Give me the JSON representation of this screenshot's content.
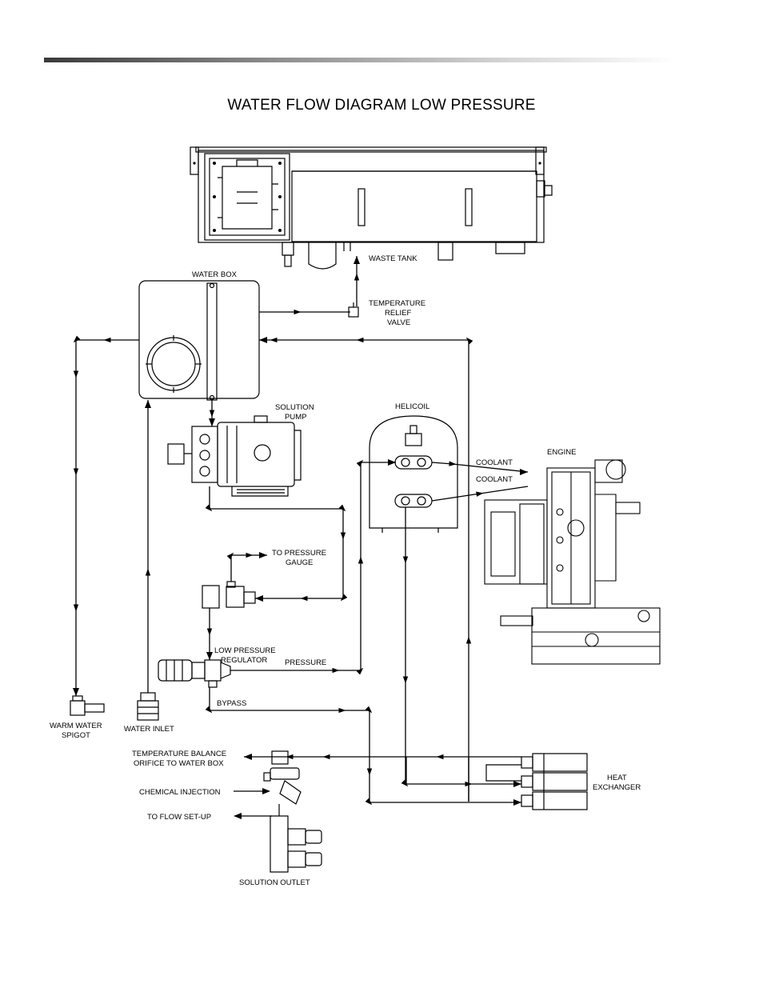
{
  "page": {
    "title": "WATER FLOW DIAGRAM LOW PRESSURE"
  },
  "labels": {
    "waste_tank": "WASTE TANK",
    "water_box": "WATER BOX",
    "temp_relief_1": "TEMPERATURE",
    "temp_relief_2": "RELIEF",
    "temp_relief_3": "VALVE",
    "solution_pump_1": "SOLUTION",
    "solution_pump_2": "PUMP",
    "helicoil": "HELICOIL",
    "coolant_1": "COOLANT",
    "coolant_2": "COOLANT",
    "engine": "ENGINE",
    "to_pressure_gauge_1": "TO PRESSURE",
    "to_pressure_gauge_2": "GAUGE",
    "low_pressure_regulator_1": "LOW PRESSURE",
    "low_pressure_regulator_2": "REGULATOR",
    "pressure": "PRESSURE",
    "bypass": "BYPASS",
    "warm_water_spigot_1": "WARM WATER",
    "warm_water_spigot_2": "SPIGOT",
    "water_inlet": "WATER INLET",
    "temp_balance_1": "TEMPERATURE BALANCE",
    "temp_balance_2": "ORIFICE TO WATER BOX",
    "chemical_injection": "CHEMICAL INJECTION",
    "to_flow_setup": "TO FLOW SET-UP",
    "heat_exchanger_1": "HEAT",
    "heat_exchanger_2": "EXCHANGER",
    "solution_outlet": "SOLUTION OUTLET"
  }
}
